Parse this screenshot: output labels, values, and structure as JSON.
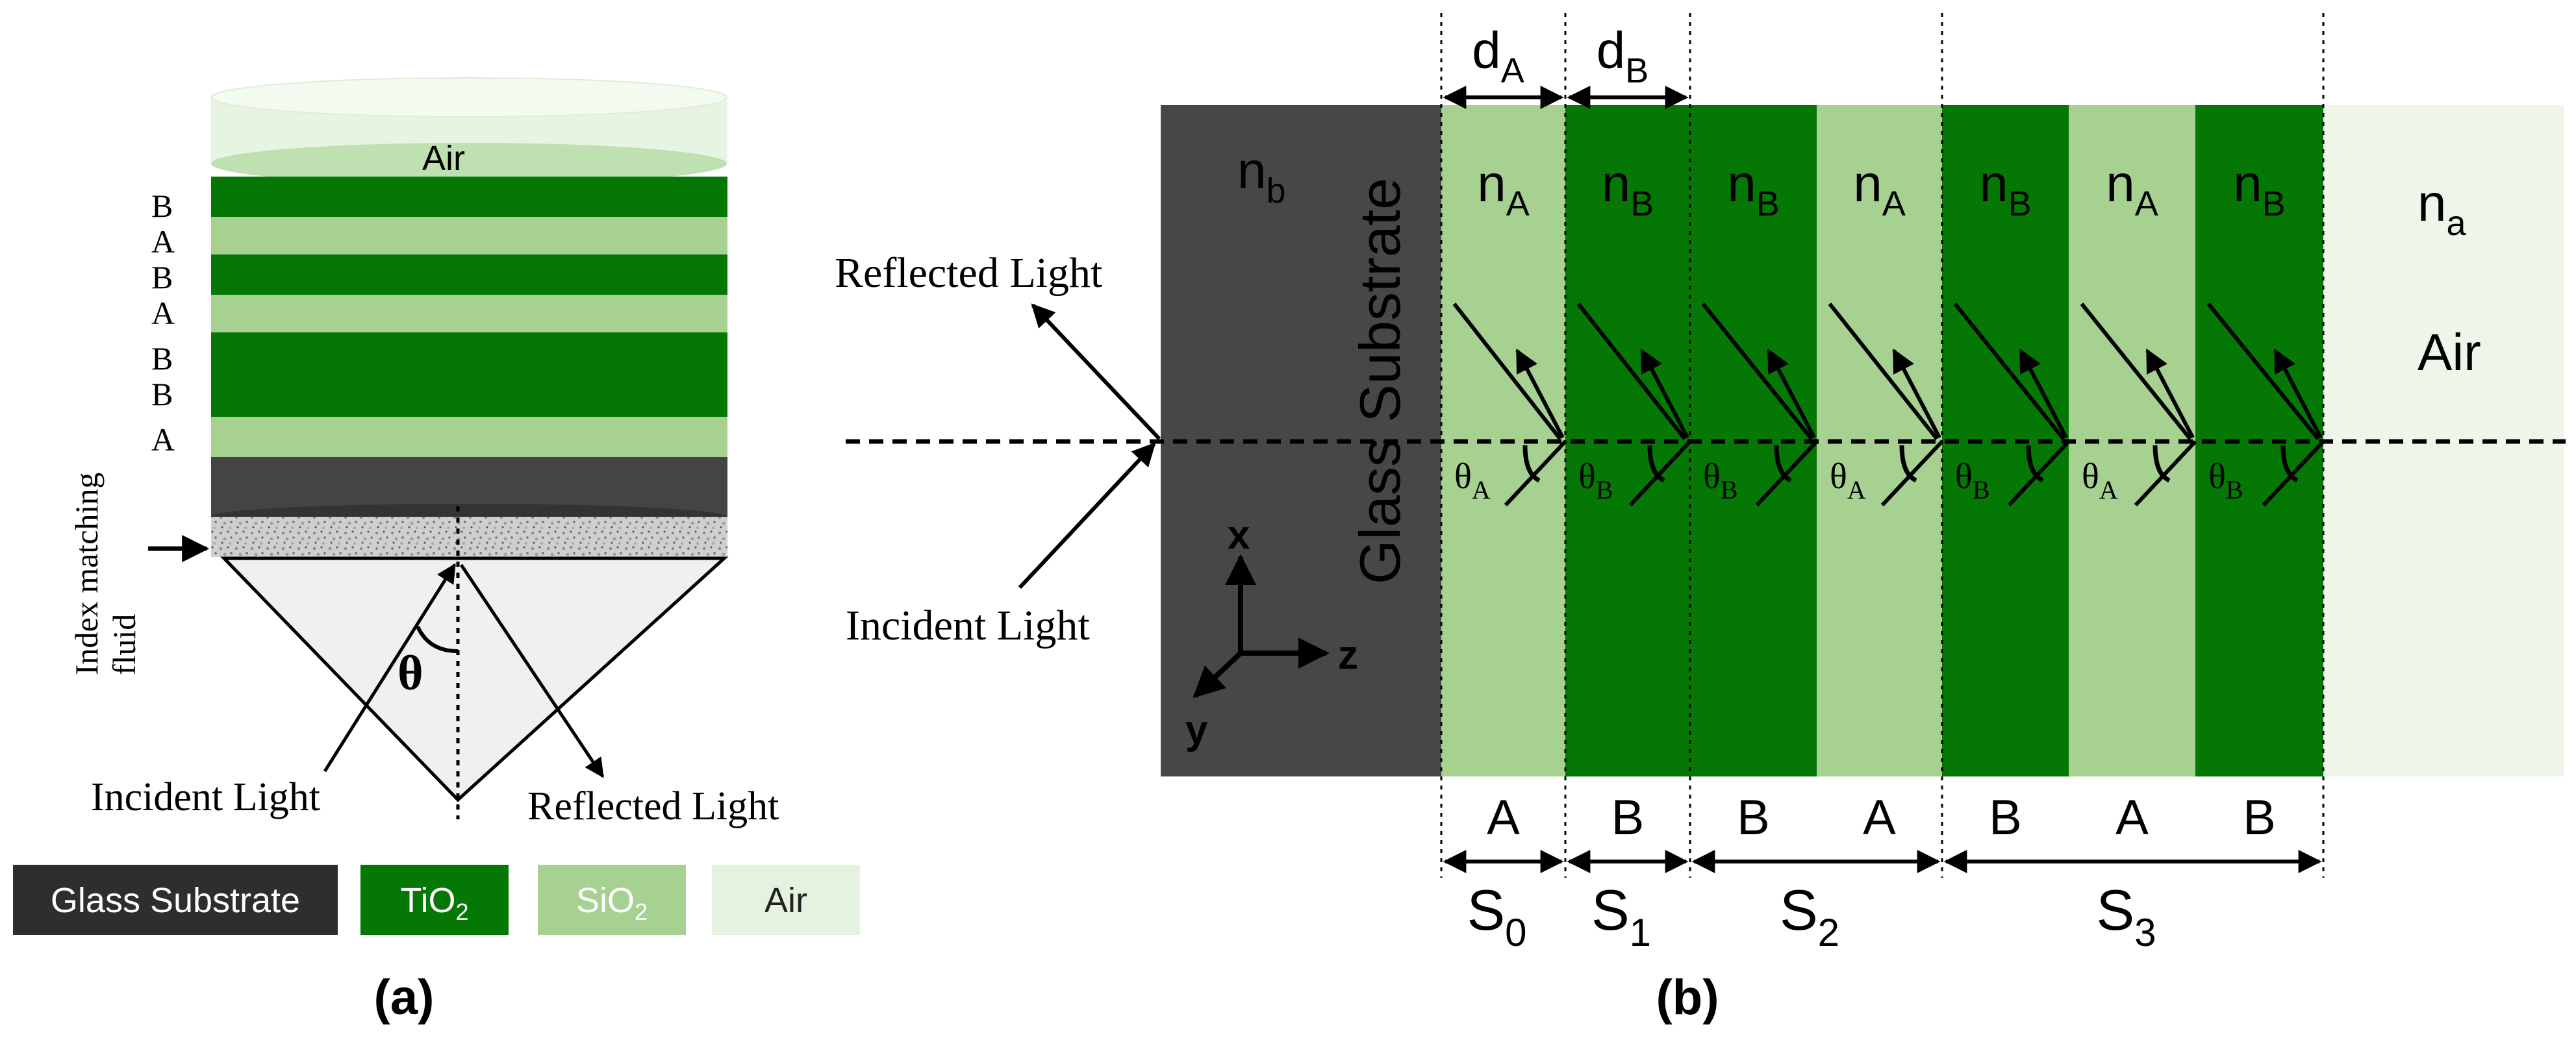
{
  "colors": {
    "glass": "#474747",
    "tio2": "#047704",
    "sio2": "#a6d190",
    "air": "#eef6ea",
    "fluid": "#bdbdbd",
    "prism": "#f0f0f0"
  },
  "panel_a": {
    "caption": "(a)",
    "air_label": "Air",
    "stack_letters": [
      "B",
      "A",
      "B",
      "A",
      "B",
      "B",
      "A"
    ],
    "fluid_label_line1": "Index matching",
    "fluid_label_line2": "fluid",
    "theta_label": "θ",
    "incident_label": "Incident Light",
    "reflected_label": "Reflected Light",
    "legend": [
      {
        "label": "Glass Substrate",
        "sub": "",
        "color": "#2e2e2e",
        "text_color": "#ffffff"
      },
      {
        "label": "TiO",
        "sub": "2",
        "color": "#047704",
        "text_color": "#ffffff"
      },
      {
        "label": "SiO",
        "sub": "2",
        "color": "#a6d190",
        "text_color": "#ffffff"
      },
      {
        "label": "Air",
        "sub": "",
        "color": "#e6f2e0",
        "text_color": "#222222"
      }
    ]
  },
  "panel_b": {
    "caption": "(b)",
    "substrate_index": {
      "base": "n",
      "sub": "b"
    },
    "substrate_label": "Glass Substrate",
    "air_index": {
      "base": "n",
      "sub": "a"
    },
    "air_label": "Air",
    "reflected_label": "Reflected Light",
    "incident_label": "Incident Light",
    "axes": {
      "x": "x",
      "y": "y",
      "z": "z"
    },
    "thickness_labels": [
      {
        "base": "d",
        "sub": "A"
      },
      {
        "base": "d",
        "sub": "B"
      }
    ],
    "layers": [
      {
        "type": "A",
        "index_base": "n",
        "index_sub": "A",
        "angle_sub": "A"
      },
      {
        "type": "B",
        "index_base": "n",
        "index_sub": "B",
        "angle_sub": "B"
      },
      {
        "type": "B",
        "index_base": "n",
        "index_sub": "B",
        "angle_sub": "B"
      },
      {
        "type": "A",
        "index_base": "n",
        "index_sub": "A",
        "angle_sub": "A"
      },
      {
        "type": "B",
        "index_base": "n",
        "index_sub": "B",
        "angle_sub": "B"
      },
      {
        "type": "A",
        "index_base": "n",
        "index_sub": "A",
        "angle_sub": "A"
      },
      {
        "type": "B",
        "index_base": "n",
        "index_sub": "B",
        "angle_sub": "B"
      }
    ],
    "angle_base": "θ",
    "sequences": [
      {
        "base": "S",
        "sub": "0"
      },
      {
        "base": "S",
        "sub": "1"
      },
      {
        "base": "S",
        "sub": "2"
      },
      {
        "base": "S",
        "sub": "3"
      }
    ]
  }
}
